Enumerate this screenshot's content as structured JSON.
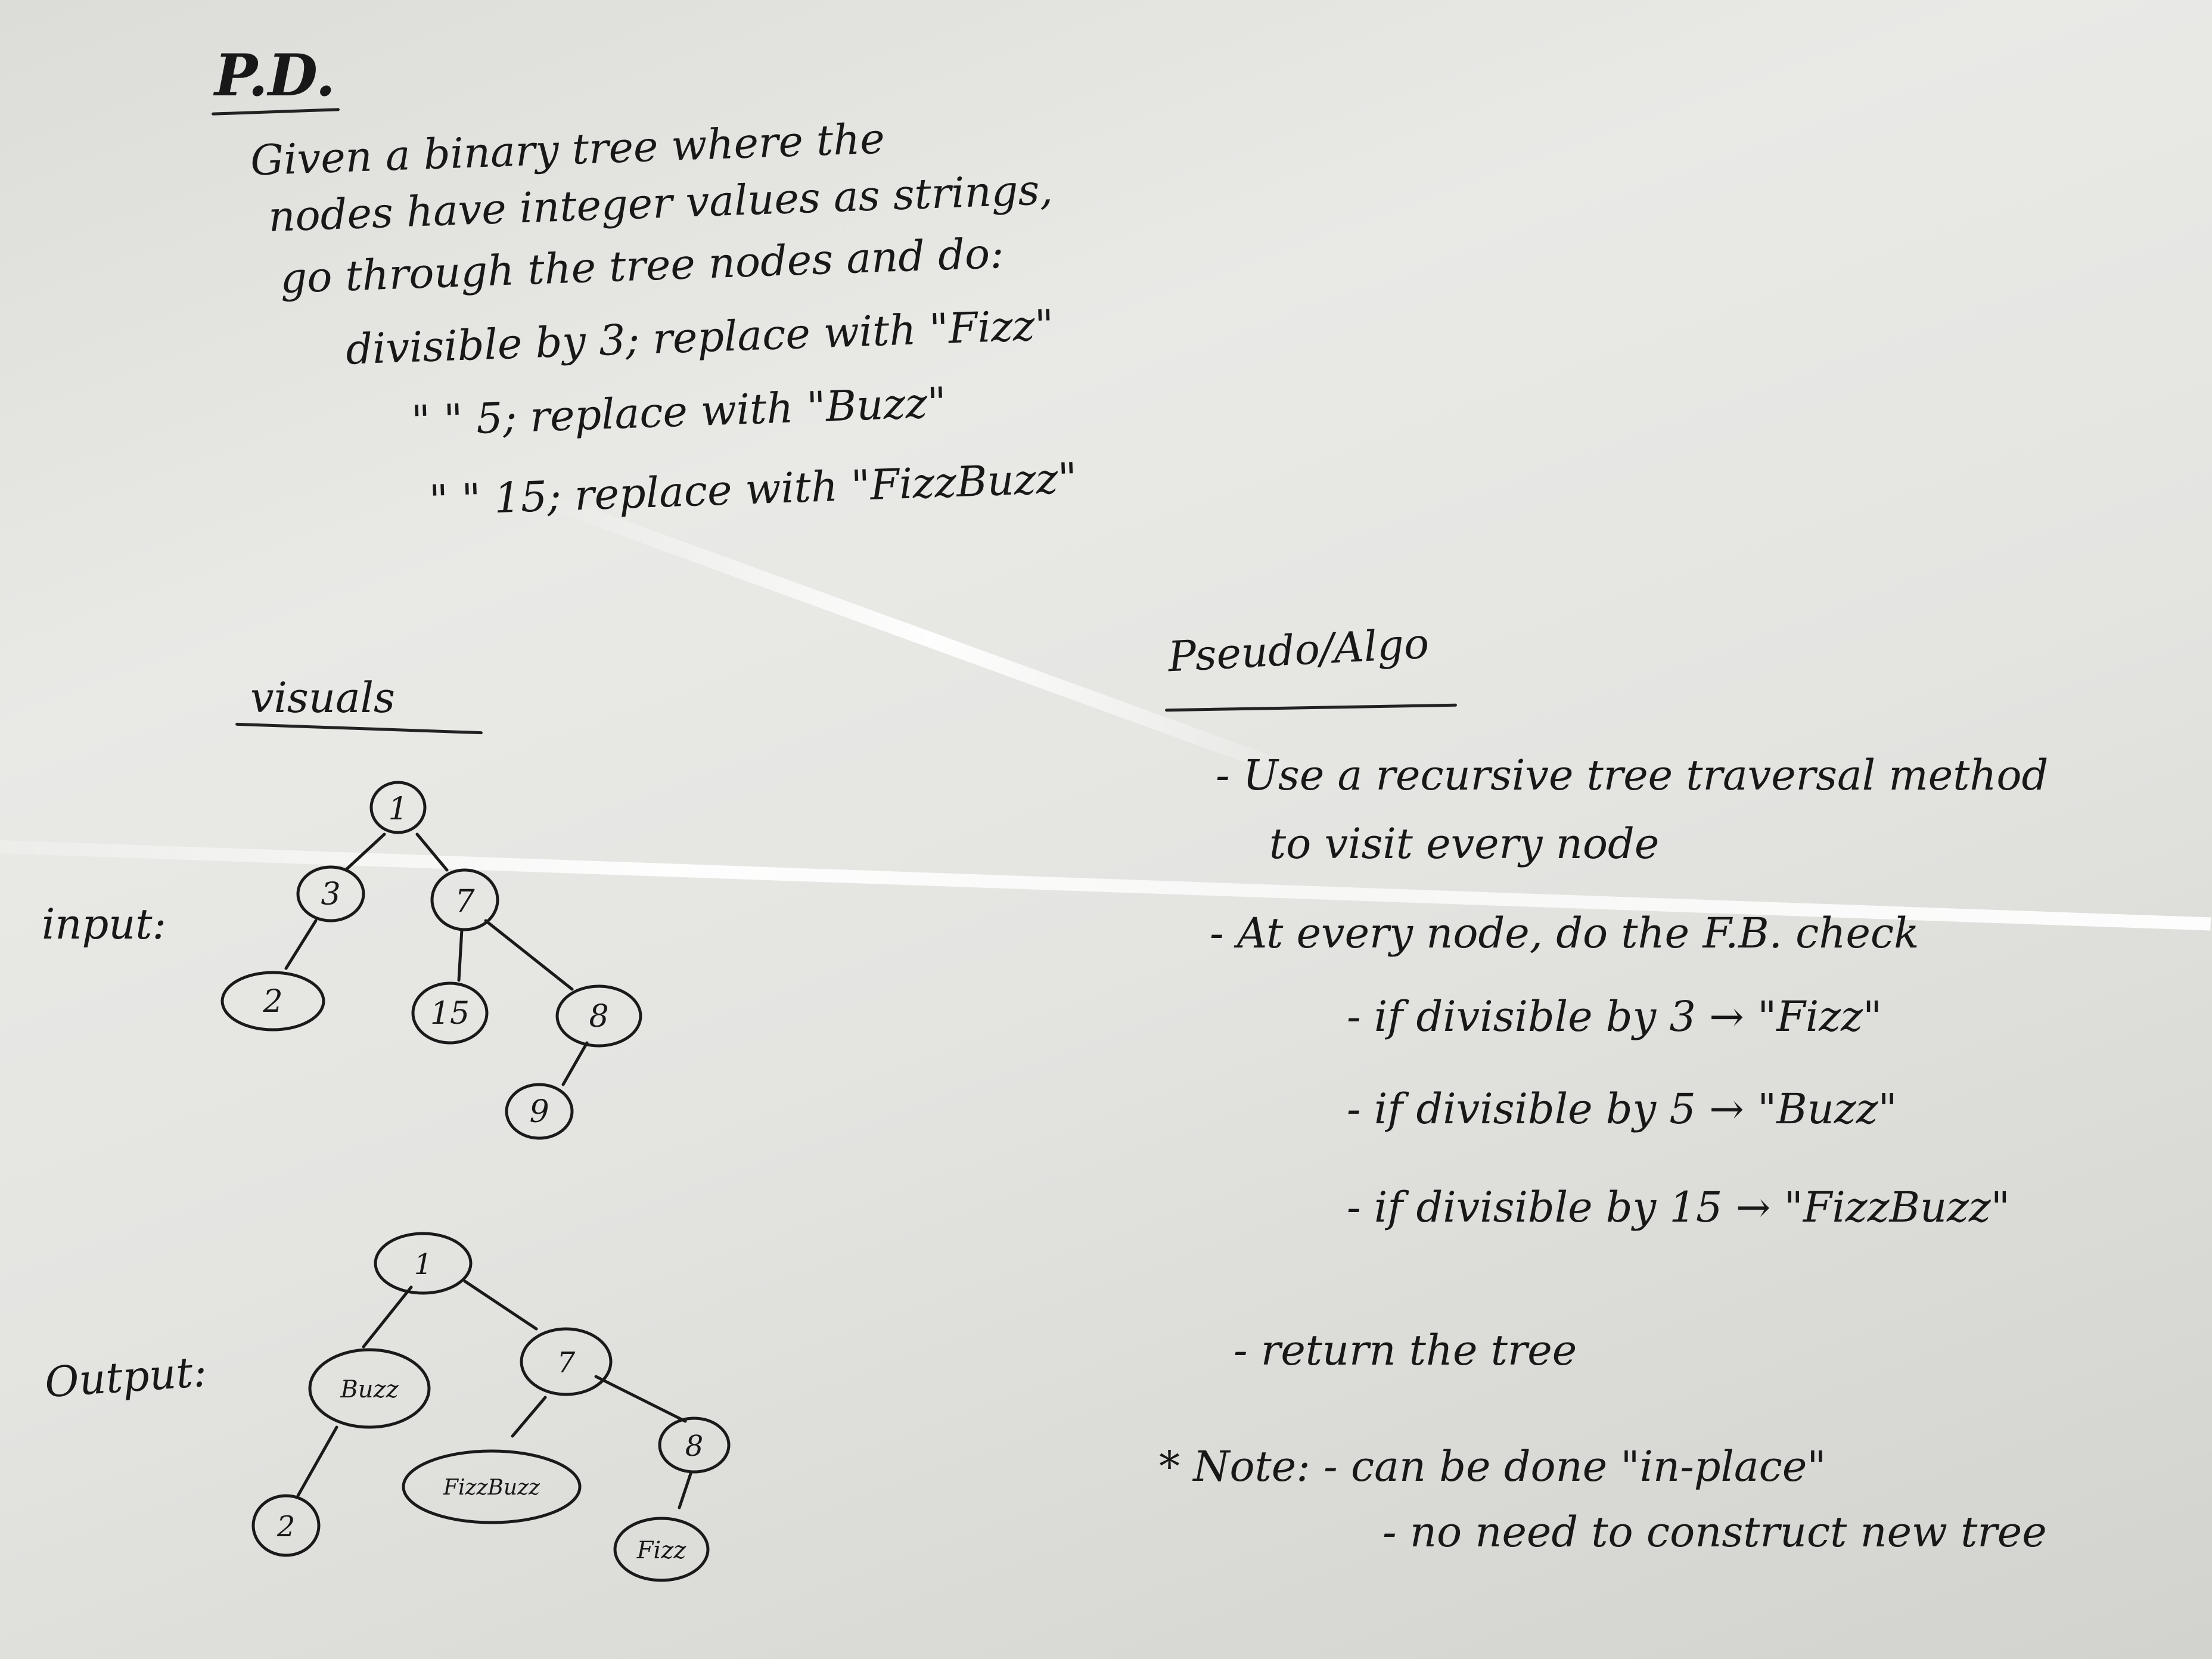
{
  "problem": {
    "heading": "P.D.",
    "lines": [
      "Given a binary tree where the",
      "nodes have integer values as strings,",
      "go through the tree nodes and do:",
      "divisible by 3; replace with \"Fizz\"",
      "\"        \" 5; replace with \"Buzz\"",
      "\"        \" 15; replace with \"FizzBuzz\""
    ]
  },
  "visuals": {
    "heading": "visuals",
    "input_label": "input:",
    "output_label": "Output:",
    "input_tree": {
      "root": "1",
      "l": "3",
      "r": "7",
      "ll": "2",
      "rl": "15",
      "rr": "8",
      "rrl": "9"
    },
    "output_tree": {
      "root": "1",
      "l": "Buzz",
      "r": "7",
      "ll": "2",
      "rl": "FizzBuzz",
      "rr": "8",
      "rrl": "Fizz"
    }
  },
  "pseudo": {
    "heading": "Pseudo/Algo",
    "lines": [
      "- Use a recursive tree traversal method",
      "to visit every node",
      "- At every node, do the F.B. check",
      "- if divisible by 3 → \"Fizz\"",
      "- if divisible by 5 → \"Buzz\"",
      "- if divisible by 15 → \"FizzBuzz\"",
      "- return the tree"
    ],
    "note": [
      "* Note: - can be done \"in-place\"",
      "- no need to construct new tree"
    ]
  }
}
